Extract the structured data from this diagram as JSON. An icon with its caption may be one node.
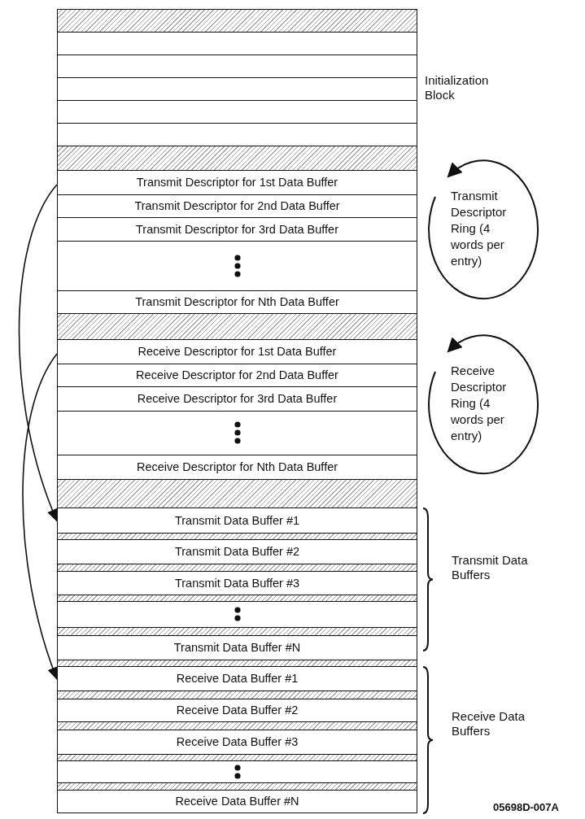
{
  "diagram": {
    "nodes": [
      {
        "text": [],
        "shape": "box"
      },
      {
        "text": [],
        "shape": "box"
      },
      {
        "text": [],
        "shape": "box"
      },
      {
        "text": [],
        "shape": "box"
      },
      {
        "text": [],
        "shape": "box"
      },
      {
        "text": [
          "Transmit Descriptor for 1st Data Buffer"
        ]
      },
      {
        "text": [
          "Transmit Descriptor for 2nd Data Buffer"
        ]
      },
      {
        "text": [
          "Transmit Descriptor for 3rd Data Buffer"
        ]
      },
      {
        "text": [],
        "shape": "box"
      },
      {
        "text": [
          "Transmit Descriptor for Nth Data Buffer"
        ]
      },
      {
        "text": [
          "Transmit Descriptor Ring (4 words per entry)"
        ]
      },
      {
        "text": [
          "Receive Descriptor for 1st Data Buffer"
        ]
      },
      {
        "text": [
          "Receive Descriptor for 2nd Data Buffer"
        ]
      },
      {
        "text": [
          "Receive Descriptor for 3rd Data Buffer"
        ]
      },
      {
        "text": [],
        "shape": "box"
      },
      {
        "text": [
          "Receive Descriptor for Nth Data Buffer"
        ]
      },
      {
        "text": [
          "Receive Descriptor Ring (4 words per entry)"
        ]
      },
      {
        "text": [
          "Transmit Data Buffer #1"
        ]
      },
      {
        "text": [
          "Transmit Data Buffer #2"
        ]
      },
      {
        "text": [
          "Transmit Data Buffer #3"
        ]
      },
      {
        "text": [],
        "shape": "box"
      },
      {
        "text": [
          "Transmit Data Buffer #N"
        ]
      },
      {
        "text": [
          "Receive Data Buffer #1"
        ]
      },
      {
        "text": [
          "Receive Data Buffer #2"
        ]
      },
      {
        "text": [
          "Receive Data Buffer #3"
        ]
      },
      {
        "text": [],
        "shape": "box"
      },
      {
        "text": [
          "Receive Data Buffer #N"
        ]
      }
    ],
    "edges": [
      {
        "from": 5,
        "to": 17,
        "arrow": "to"
      },
      {
        "from": 11,
        "to": 22,
        "arrow": "to"
      }
    ],
    "labels": [
      "Initialization Block",
      "Transmit Data Buffers",
      "Receive Data Buffers",
      "05698D-007A"
    ]
  }
}
